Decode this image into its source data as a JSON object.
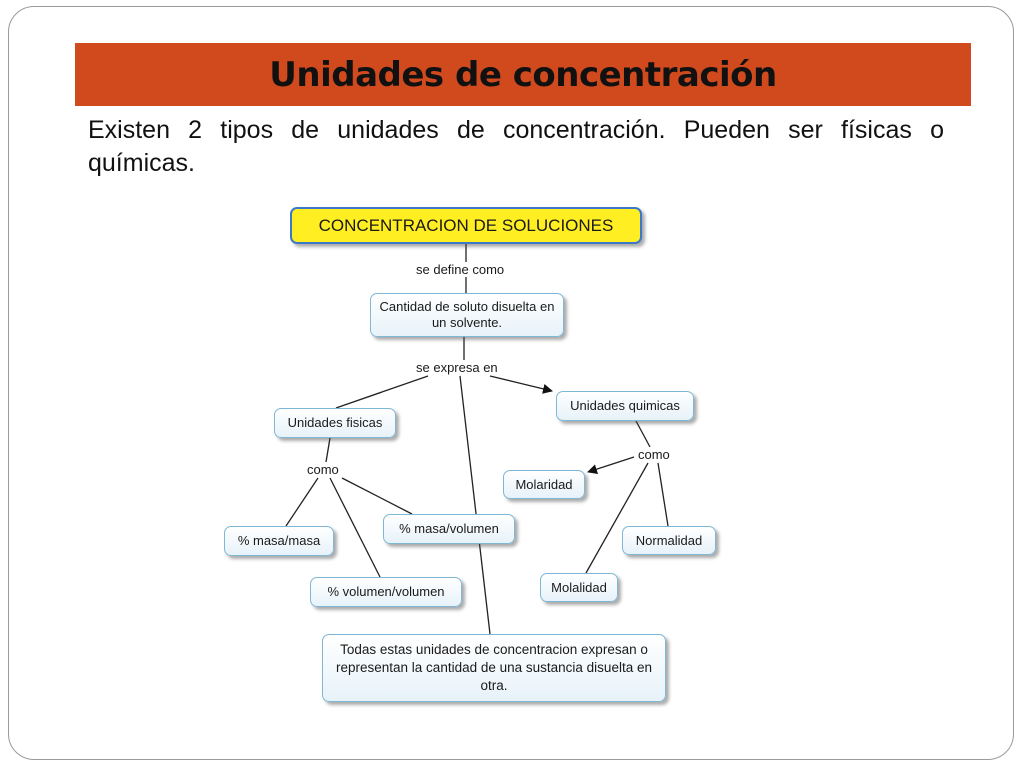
{
  "title": "Unidades de concentración",
  "intro": "Existen 2 tipos de unidades de concentración. Pueden ser físicas o químicas.",
  "concept_map": {
    "nodes": {
      "root": "CONCENTRACION DE SOLUCIONES",
      "definition": "Cantidad de soluto disuelta en un solvente.",
      "physical_units": "Unidades fisicas",
      "chemical_units": "Unidades quimicas",
      "molarity": "Molaridad",
      "mass_volume": "% masa/volumen",
      "mass_mass": "% masa/masa",
      "normality": "Normalidad",
      "volume_volume": "% volumen/volumen",
      "molality": "Molalidad",
      "summary": "Todas estas unidades de concentracion expresan o representan la cantidad de una sustancia disuelta en otra."
    },
    "linking_phrases": {
      "defined_as": "se define como",
      "expressed_in": "se expresa en",
      "as_left": "como",
      "as_right": "como"
    }
  }
}
